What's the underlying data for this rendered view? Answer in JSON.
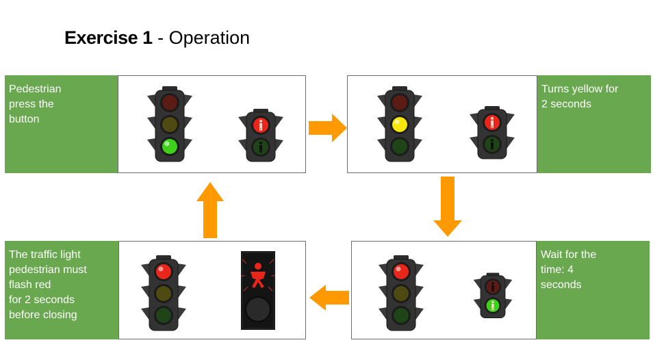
{
  "title": {
    "bold": "Exercise 1",
    "rest": " - Operation"
  },
  "colors": {
    "label_green": "#6aa84f",
    "arrow_orange": "#ff9900",
    "light_red": "#e8261c",
    "light_yellow": "#f7e60a",
    "light_green": "#3fd01c"
  },
  "steps": [
    {
      "text": "Pedestrian\npress the\nbutton",
      "car_light": "green",
      "ped_light": "red"
    },
    {
      "text": "Turns yellow for\n2 seconds",
      "car_light": "yellow",
      "ped_light": "red"
    },
    {
      "text": "Wait for the\ntime: 4\nseconds",
      "car_light": "red",
      "ped_light": "green"
    },
    {
      "text": "The traffic light\npedestrian must\nflash red\nfor 2 seconds\nbefore closing",
      "car_light": "red",
      "ped_light": "red-flashing"
    }
  ]
}
